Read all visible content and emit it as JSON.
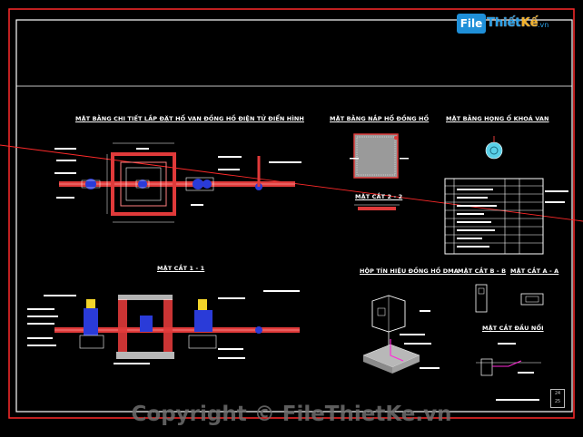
{
  "drawing": {
    "titles": {
      "plan_detail": "MẶT BẰNG CHI TIẾT LẮP ĐẶT HỐ VAN ĐỒNG HỒ ĐIỆN TỬ ĐIỂN HÌNH",
      "plan_meter_cover": "MẶT BẰNG NẮP HỐ ĐỒNG HỒ",
      "plan_valve_neck": "MẶT BẰNG HỌNG Ổ KHOÁ VAN",
      "section_2_2": "MẶT CẮT 2 - 2",
      "section_1_1": "MẶT CẮT 1 - 1",
      "signal_box": "HỘP TÍN HIỆU ĐỒNG HỒ DMA",
      "section_b_b": "MẶT CẮT B - B",
      "section_a_a": "MẶT CẮT A - A",
      "section_connection": "MẶT CẮT ĐẦU NỐI"
    },
    "colors": {
      "background": "#000000",
      "frame_outer": "#ff2a2a",
      "frame_inner": "#ffffff",
      "pipe": "#e03a3a",
      "valve": "#2a3bd8",
      "concrete": "#b8b8b8",
      "accent_magenta": "#ff2ad8"
    },
    "sheet_number": [
      "24",
      "25"
    ]
  },
  "logo": {
    "box": "File",
    "name": "Thiết",
    "name2": "Kế",
    "tld": ".vn"
  },
  "watermark": {
    "text": "Copyright © FileThietKe.vn"
  }
}
